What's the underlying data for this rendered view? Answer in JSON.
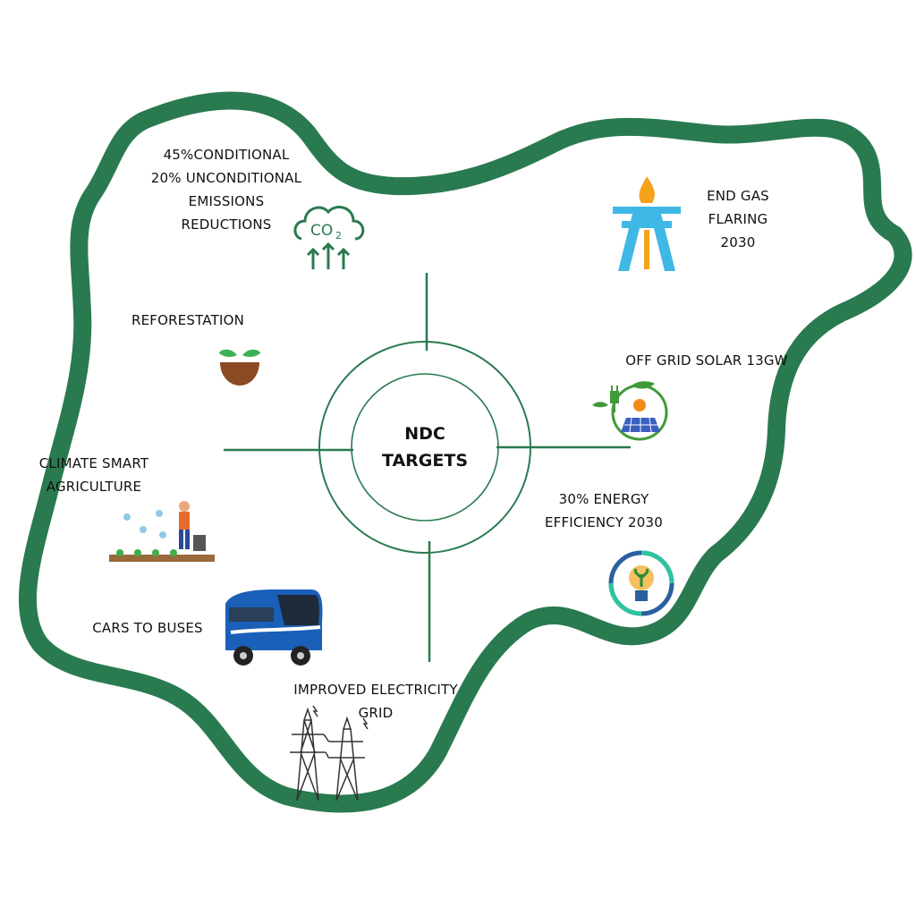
{
  "title": "NDC TARGETS",
  "title_lines": [
    "NDC",
    "TARGETS"
  ],
  "colors": {
    "outline": "#2a7a4f",
    "text": "#111111",
    "flare": "#f6a21a",
    "tower": "#3fb8e6"
  },
  "targets": [
    {
      "lines": [
        "45%CONDITIONAL",
        "20% UNCONDITIONAL",
        "EMISSIONS",
        "REDUCTIONS"
      ],
      "icon": "co2-cloud-icon"
    },
    {
      "lines": [
        "END GAS",
        "FLARING",
        "2030"
      ],
      "icon": "gas-flare-tower-icon"
    },
    {
      "lines": [
        "REFORESTATION"
      ],
      "icon": "seedling-icon"
    },
    {
      "lines": [
        "OFF GRID SOLAR 13GW"
      ],
      "icon": "solar-plug-icon"
    },
    {
      "lines": [
        "CLIMATE SMART",
        "AGRICULTURE"
      ],
      "icon": "farmer-icon"
    },
    {
      "lines": [
        "30% ENERGY",
        "EFFICIENCY 2030"
      ],
      "icon": "lightbulb-cycle-icon"
    },
    {
      "lines": [
        "CARS TO BUSES"
      ],
      "icon": "bus-icon"
    },
    {
      "lines": [
        "IMPROVED ELECTRICITY",
        "GRID"
      ],
      "icon": "power-pylon-icon"
    }
  ]
}
